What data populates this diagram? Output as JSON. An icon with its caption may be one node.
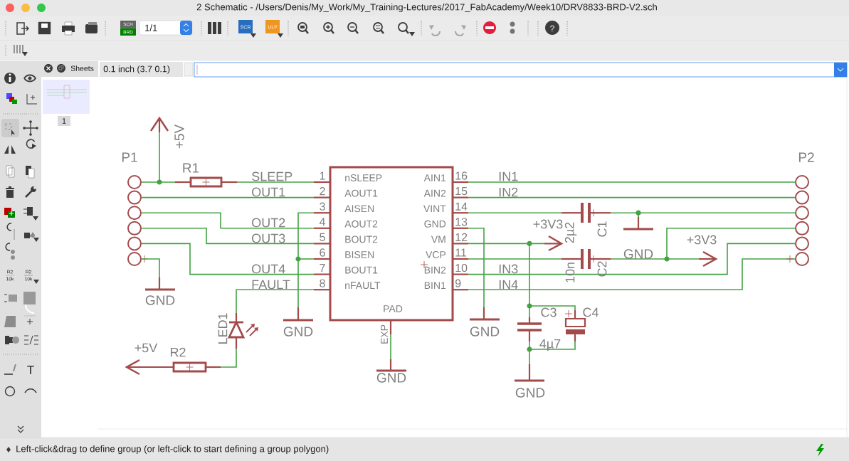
{
  "diagram": {
    "labels": [
      "2 Schematic - /Users/Denis/My_Work/My_Training-Lectures/2017_FabAcademy/Week10/DRV8833-BRD-V2.sch",
      "SCH",
      "BRD",
      "1/1",
      "SCR",
      "ULP",
      "?",
      "Sheets",
      "0.1 inch (3.7 0.1)",
      "1",
      "R2",
      "10k",
      "R2",
      "10k",
      "T",
      "P1",
      "+5V",
      "R1",
      "SLEEP",
      "OUT1",
      "OUT2",
      "OUT3",
      "OUT4",
      "FAULT",
      "1",
      "2",
      "3",
      "4",
      "5",
      "6",
      "7",
      "8",
      "nSLEEP",
      "AOUT1",
      "AISEN",
      "AOUT2",
      "BOUT2",
      "BISEN",
      "BOUT1",
      "nFAULT",
      "AIN1",
      "AIN2",
      "VINT",
      "GND",
      "VM",
      "VCP",
      "BIN2",
      "BIN1",
      "16",
      "15",
      "14",
      "13",
      "12",
      "11",
      "10",
      "9",
      "PAD",
      "EXP",
      "IN1",
      "IN2",
      "P2",
      "+3V3",
      "2µ2",
      "C1",
      "GND",
      "+3V3",
      "IN3",
      "IN4",
      "10n",
      "C2",
      "GND",
      "GND",
      "GND",
      "C3",
      "C4",
      "LED1",
      "+5V",
      "R2",
      "4µ7",
      "GND",
      "GND",
      "Left-click&drag to define group (or left-click to start defining a group polygon)"
    ]
  }
}
